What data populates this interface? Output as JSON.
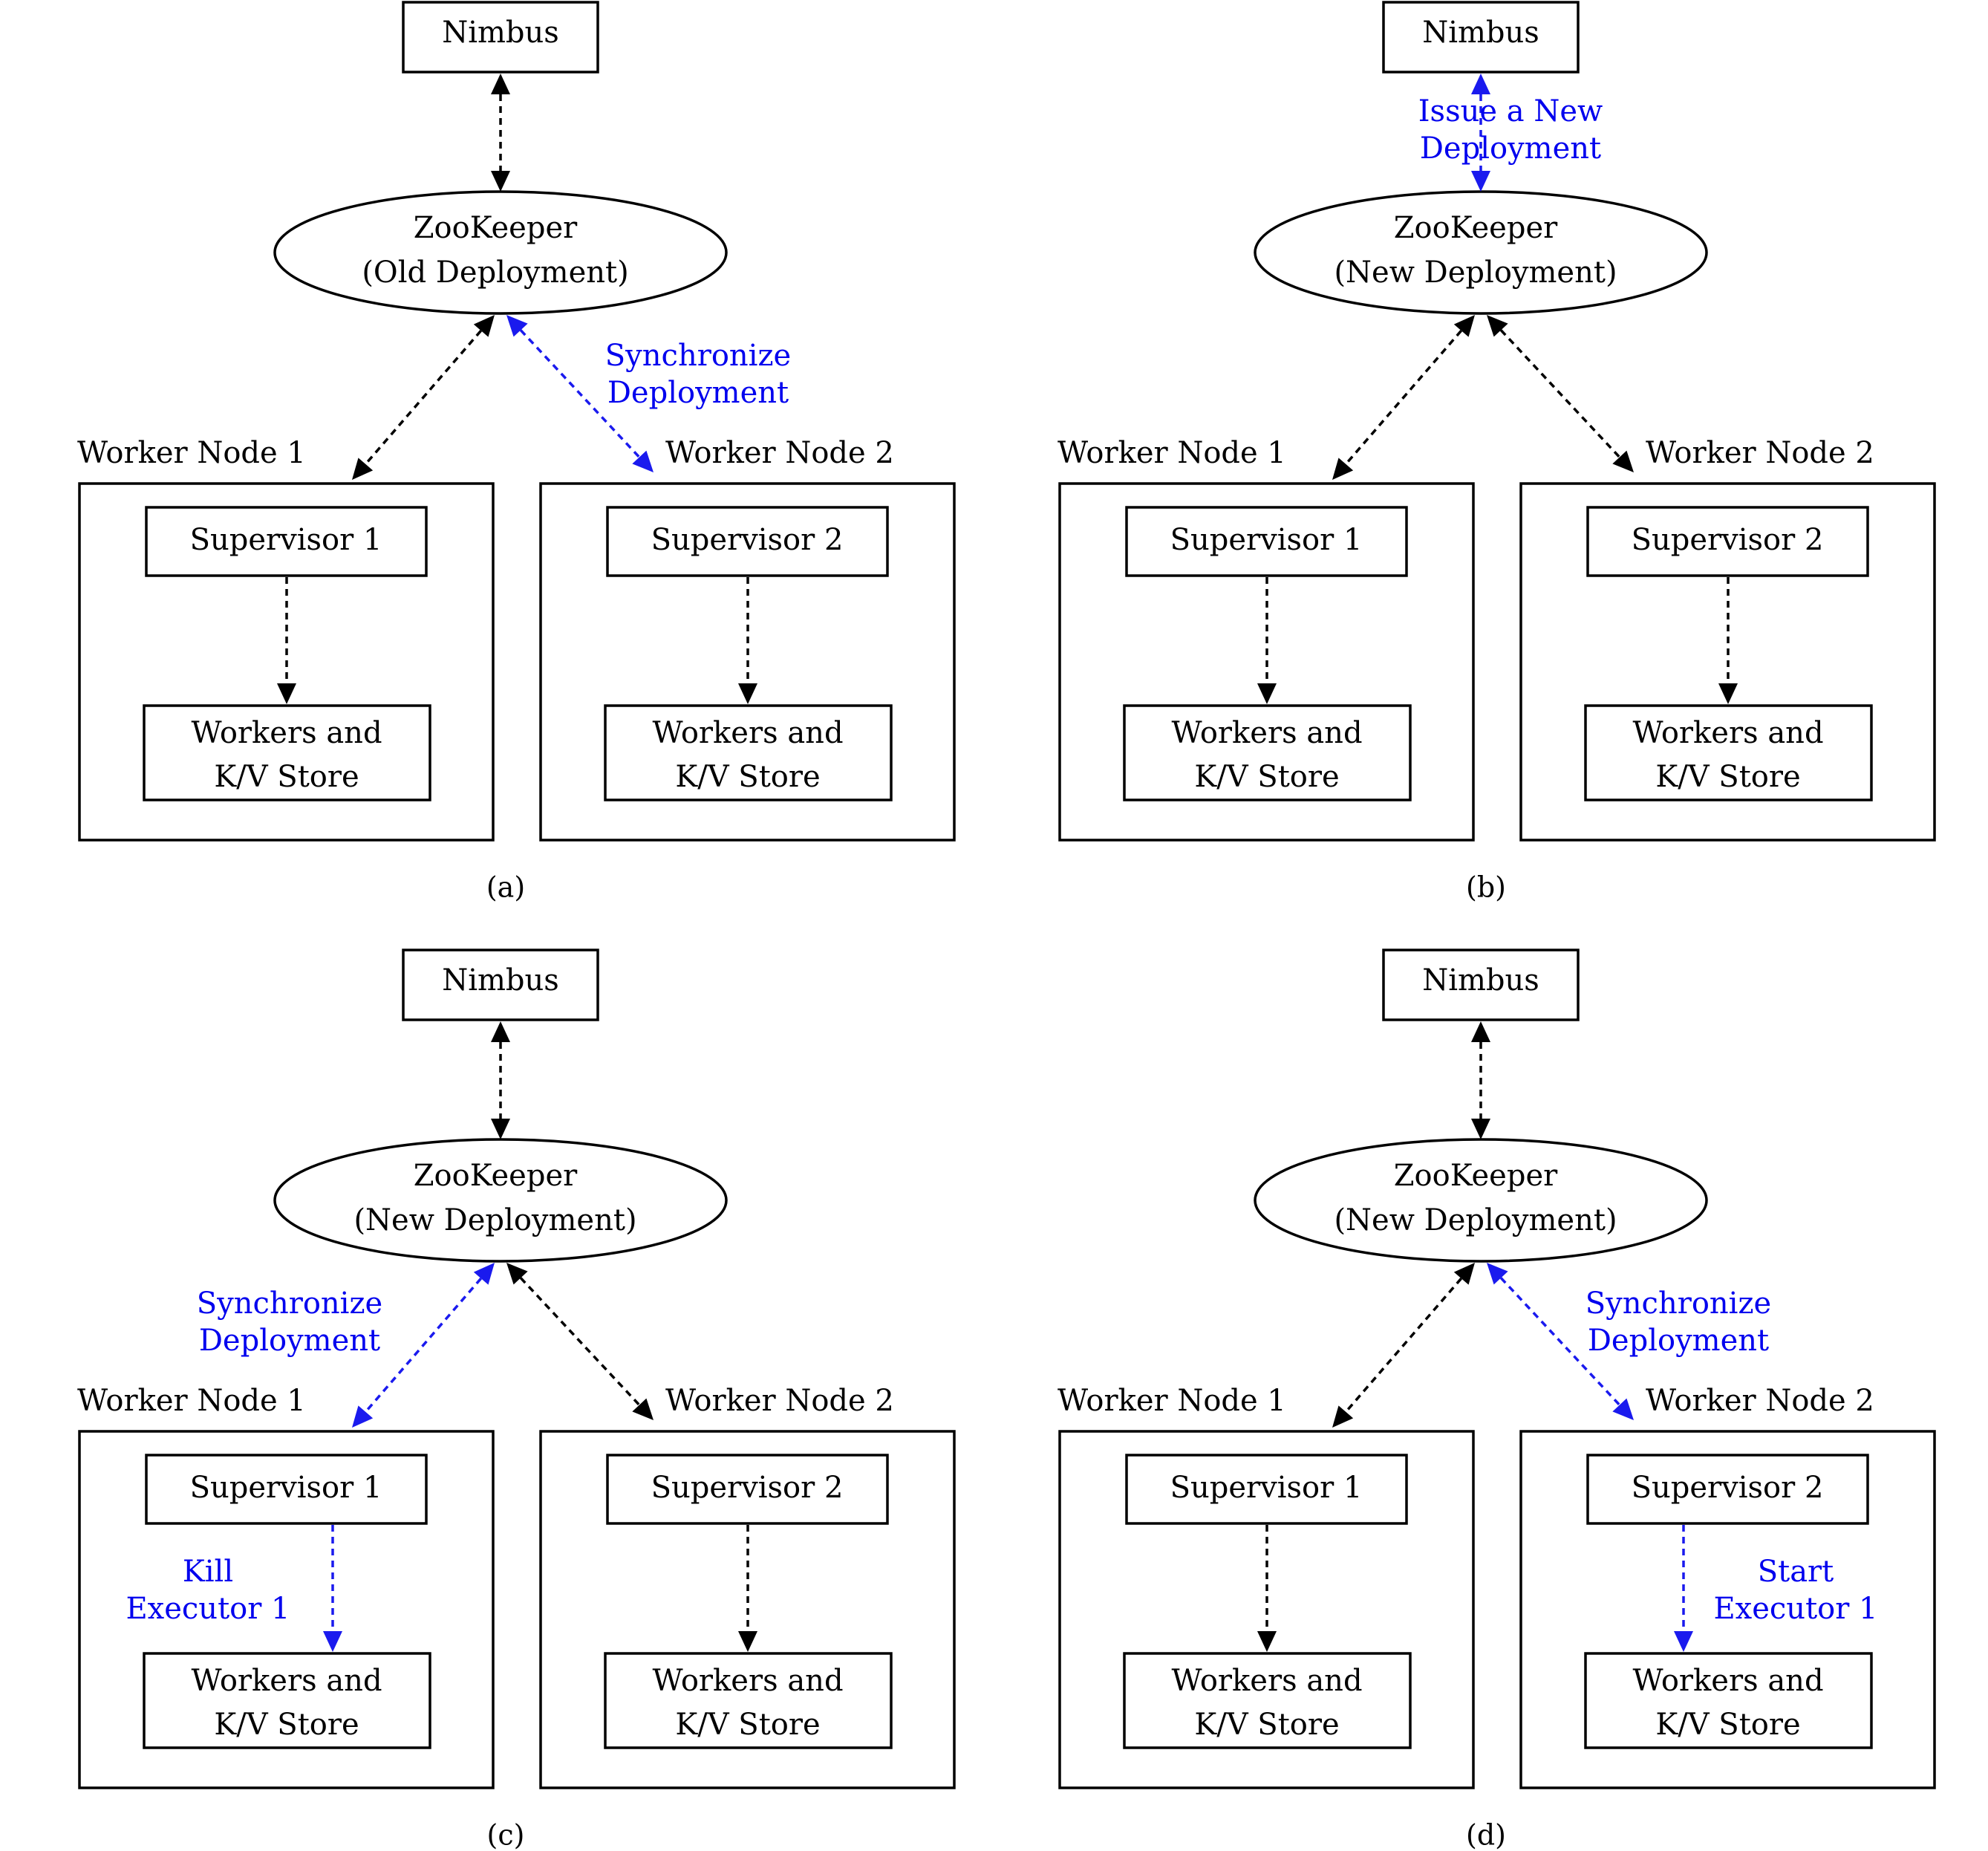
{
  "labels": {
    "nimbus": "Nimbus",
    "zookeeper": "ZooKeeper",
    "worker_node_1": "Worker Node 1",
    "worker_node_2": "Worker Node 2",
    "supervisor_1": "Supervisor 1",
    "supervisor_2": "Supervisor 2",
    "workers_line1": "Workers and",
    "workers_line2": "K/V Store"
  },
  "panels": [
    {
      "caption": "(a)",
      "zookeeper_state": "(Old Deployment)",
      "annotations": {
        "nimbus_zk": "",
        "zk_wn1": "",
        "zk_wn2": "Synchronize Deployment",
        "wn1_inner": "",
        "wn2_inner": ""
      }
    },
    {
      "caption": "(b)",
      "zookeeper_state": "(New Deployment)",
      "annotations": {
        "nimbus_zk": "Issue a New Deployment",
        "zk_wn1": "",
        "zk_wn2": "",
        "wn1_inner": "",
        "wn2_inner": ""
      }
    },
    {
      "caption": "(c)",
      "zookeeper_state": "(New Deployment)",
      "annotations": {
        "nimbus_zk": "",
        "zk_wn1": "Synchronize Deployment",
        "zk_wn2": "",
        "wn1_inner": "Kill Executor 1",
        "wn2_inner": ""
      }
    },
    {
      "caption": "(d)",
      "zookeeper_state": "(New Deployment)",
      "annotations": {
        "nimbus_zk": "",
        "zk_wn1": "",
        "zk_wn2": "Synchronize Deployment",
        "wn1_inner": "",
        "wn2_inner": "Start Executor 1"
      }
    }
  ],
  "colors": {
    "default": "#000000",
    "highlight": "#1a1aee"
  }
}
